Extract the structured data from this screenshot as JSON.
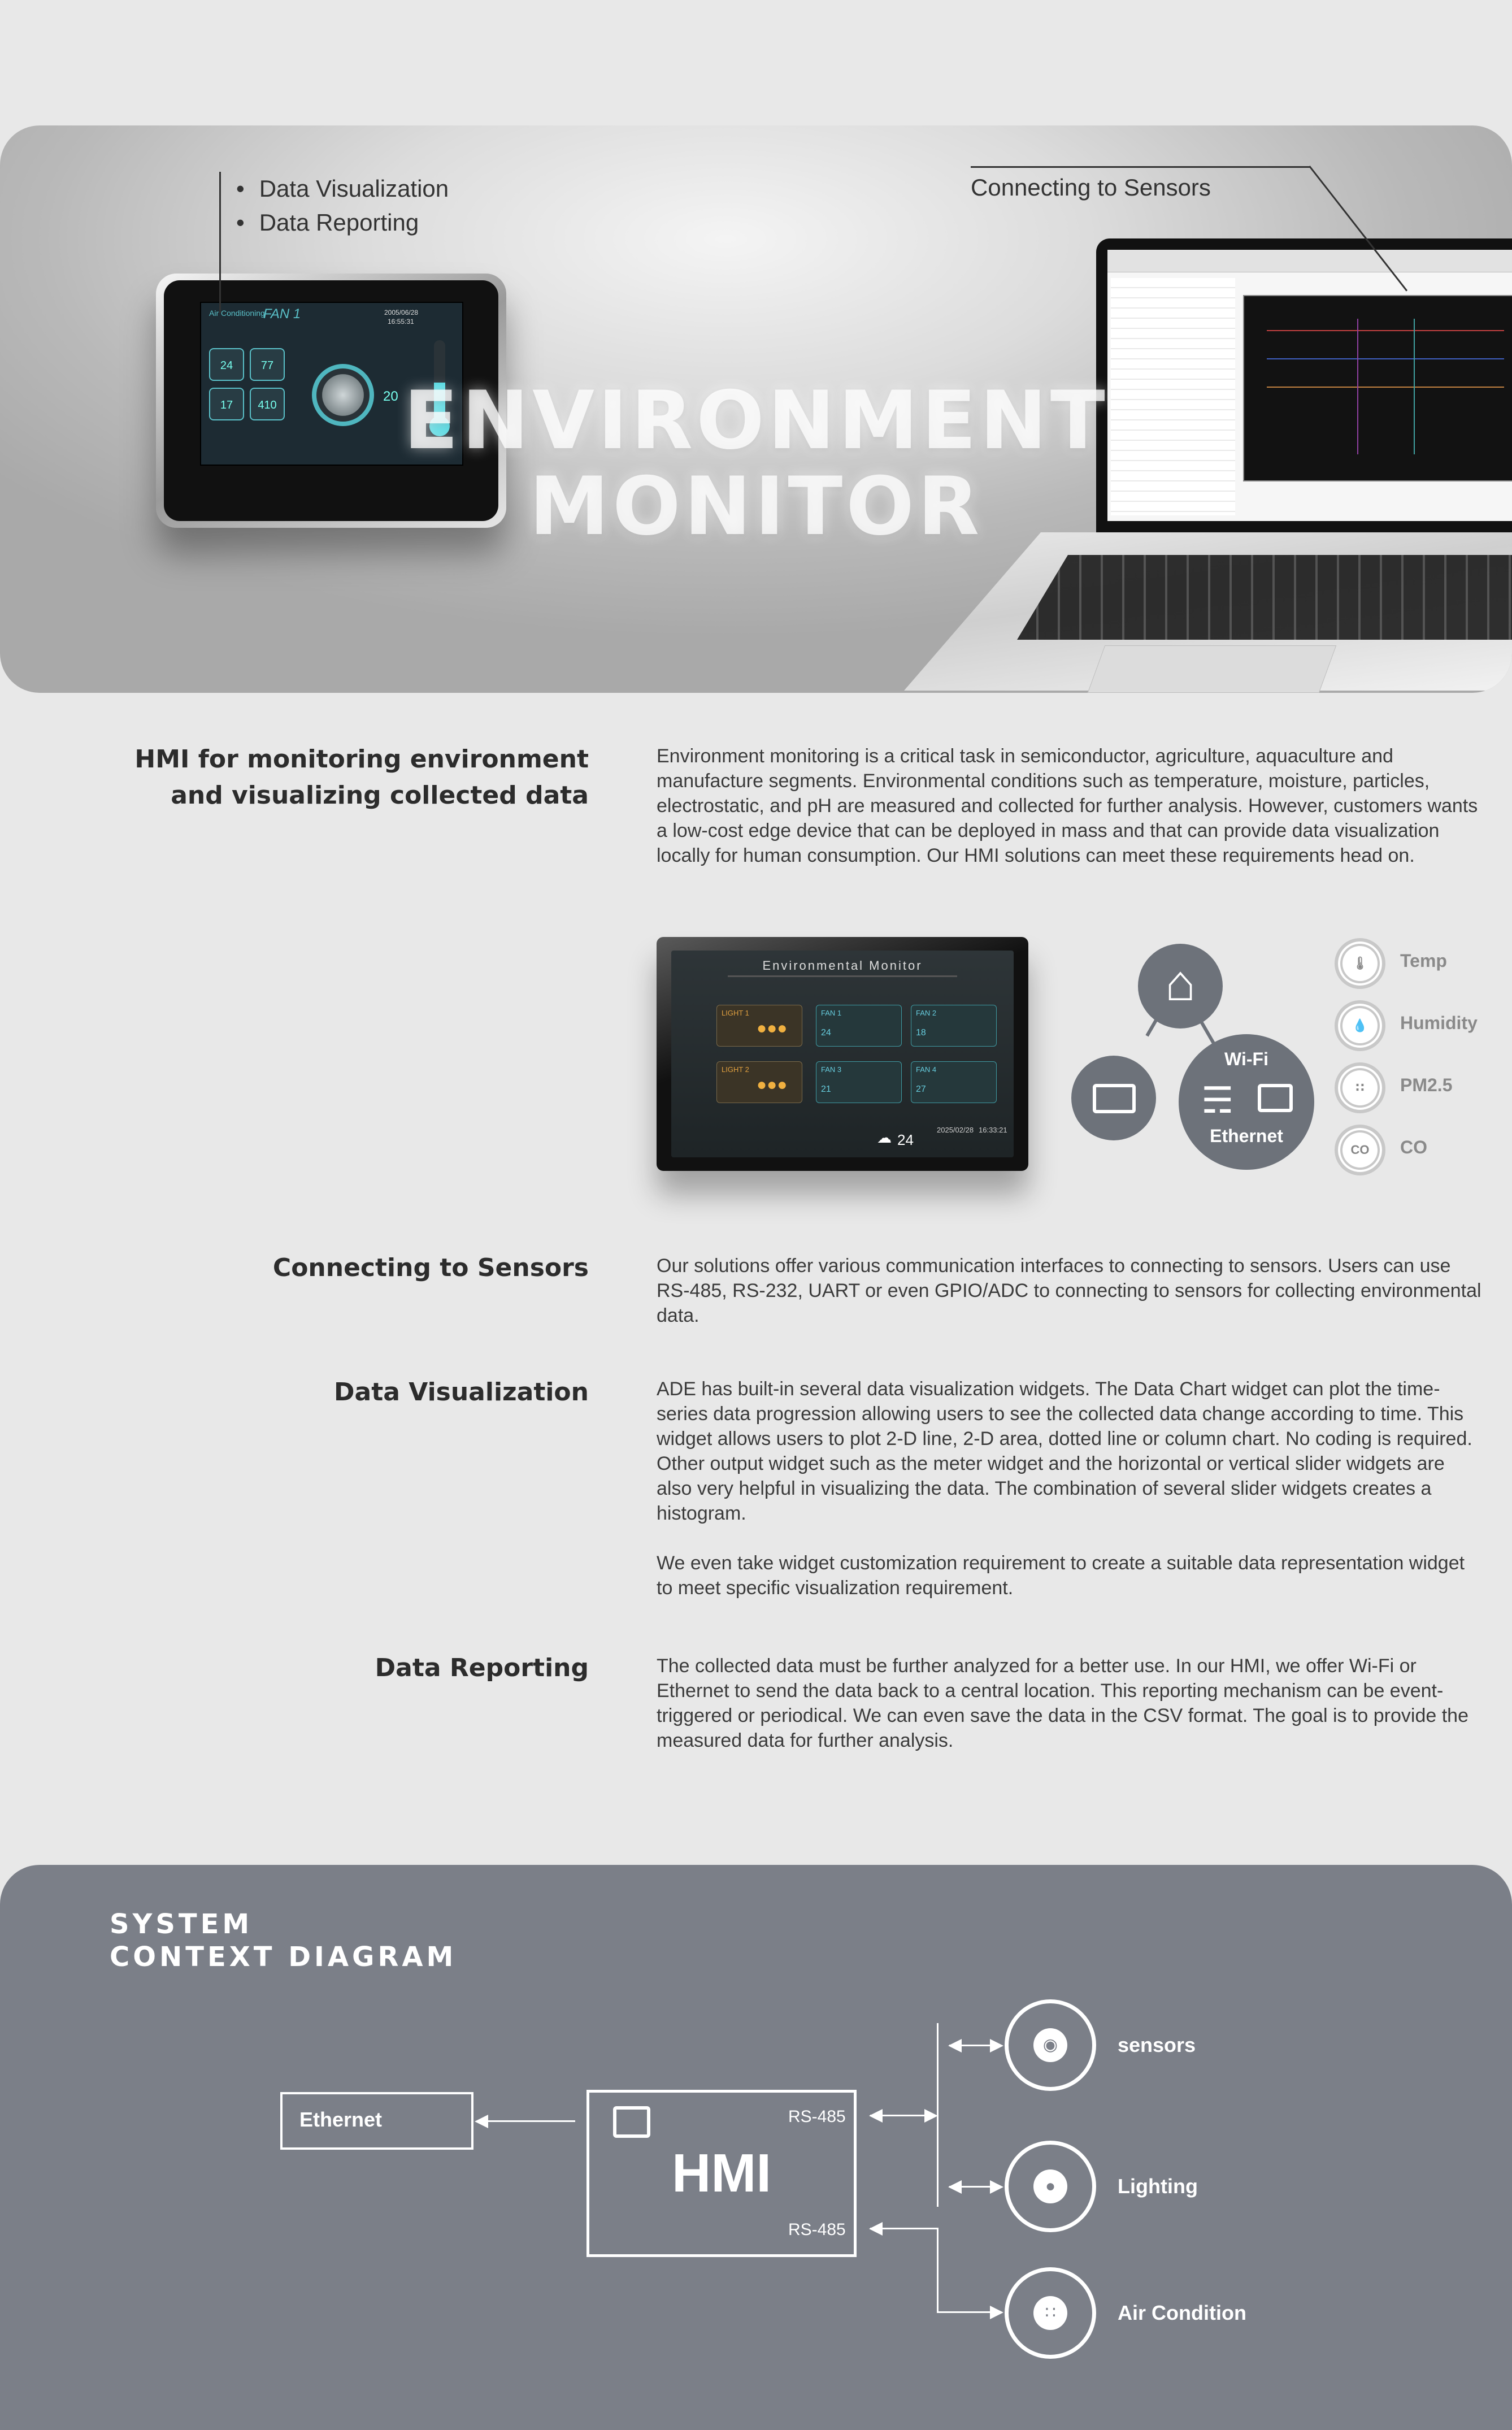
{
  "hero": {
    "title_line1": "ENVIRONMENT",
    "title_line2": "MONITOR",
    "bullets": [
      "Data Visualization",
      "Data Reporting"
    ],
    "laptop_callout": "Connecting to Sensors",
    "device_screen": {
      "header": "Air Conditioning",
      "mode": "FAN 1",
      "date": "2005/06/28",
      "time": "16:55:31",
      "tile_values": [
        "24",
        "77",
        "17",
        "410"
      ],
      "setpoint": "20"
    }
  },
  "sections": [
    {
      "title_lines": [
        "HMI for monitoring environment",
        "and visualizing collected data"
      ],
      "paragraphs": [
        "Environment monitoring is a critical task in semiconductor, agriculture, aquaculture and manufacture segments. Environmental conditions such as temperature, moisture, particles, electrostatic, and pH are measured and collected for further analysis. However, customers wants a low-cost edge device that can be deployed in mass and that can provide data visualization locally for human consumption. Our HMI solutions can meet these requirements head on."
      ]
    },
    {
      "title_lines": [
        "Connecting to Sensors"
      ],
      "paragraphs": [
        "Our solutions offer various communication interfaces to connecting to sensors. Users can use RS-485, RS-232, UART or even GPIO/ADC to connecting to sensors for collecting environmental data."
      ]
    },
    {
      "title_lines": [
        "Data Visualization"
      ],
      "paragraphs": [
        "ADE has built-in several data visualization widgets. The Data Chart widget can plot the time-series data progression allowing users to see the collected data change according to time. This widget allows users to plot 2-D line, 2-D area, dotted line or column chart. No coding is required. Other output widget such as the meter widget and the horizontal or vertical slider widgets are also very helpful in visualizing the data. The combination of several slider widgets creates a histogram.",
        "We even take widget customization requirement to create a suitable data representation widget to meet specific visualization requirement."
      ]
    },
    {
      "title_lines": [
        "Data Reporting"
      ],
      "paragraphs": [
        "The collected data must be further analyzed for a better use. In our HMI, we offer Wi-Fi or Ethernet to send the data back to a central location. This reporting mechanism can be event-triggered or periodical. We can even save the data in the CSV format. The goal is to provide the measured data for further analysis."
      ]
    }
  ],
  "mid_device": {
    "title": "Environmental Monitor",
    "light_labels": [
      "LIGHT 1",
      "LIGHT 2"
    ],
    "fan_labels": [
      "FAN 1",
      "FAN 2",
      "FAN 3",
      "FAN 4"
    ],
    "fan_values": [
      "24",
      "18",
      "21",
      "27"
    ],
    "temperature": "24",
    "date": "2025/02/28",
    "time": "16:33:21",
    "icon": "weather-cloud-icon"
  },
  "network": {
    "wifi_label": "Wi-Fi",
    "ethernet_label": "Ethernet",
    "icons": [
      "home-icon",
      "touch-screen-icon",
      "wifi-icon",
      "ethernet-icon"
    ],
    "sensors": [
      {
        "label": "Temp",
        "icon": "thermometer-icon"
      },
      {
        "label": "Humidity",
        "icon": "humidity-icon"
      },
      {
        "label": "PM2.5",
        "icon": "particle-icon"
      },
      {
        "label": "CO",
        "icon": "co-icon",
        "glyph": "CO"
      }
    ],
    "colors": {
      "circle": "#6d727a",
      "sensor_ring": "#c8c8c8"
    }
  },
  "context": {
    "heading_lines": [
      "SYSTEM",
      "CONTEXT DIAGRAM"
    ],
    "ethernet_box": "Ethernet",
    "hmi_label": "HMI",
    "port_top": "RS-485",
    "port_bottom": "RS-485",
    "nodes": [
      {
        "label": "sensors",
        "icon": "sensor-icon"
      },
      {
        "label": "Lighting",
        "icon": "light-bulb-icon"
      },
      {
        "label": "Air Condition",
        "icon": "air-condition-icon"
      }
    ],
    "colors": {
      "background": "#7b7f88",
      "foreground": "#ffffff"
    }
  }
}
